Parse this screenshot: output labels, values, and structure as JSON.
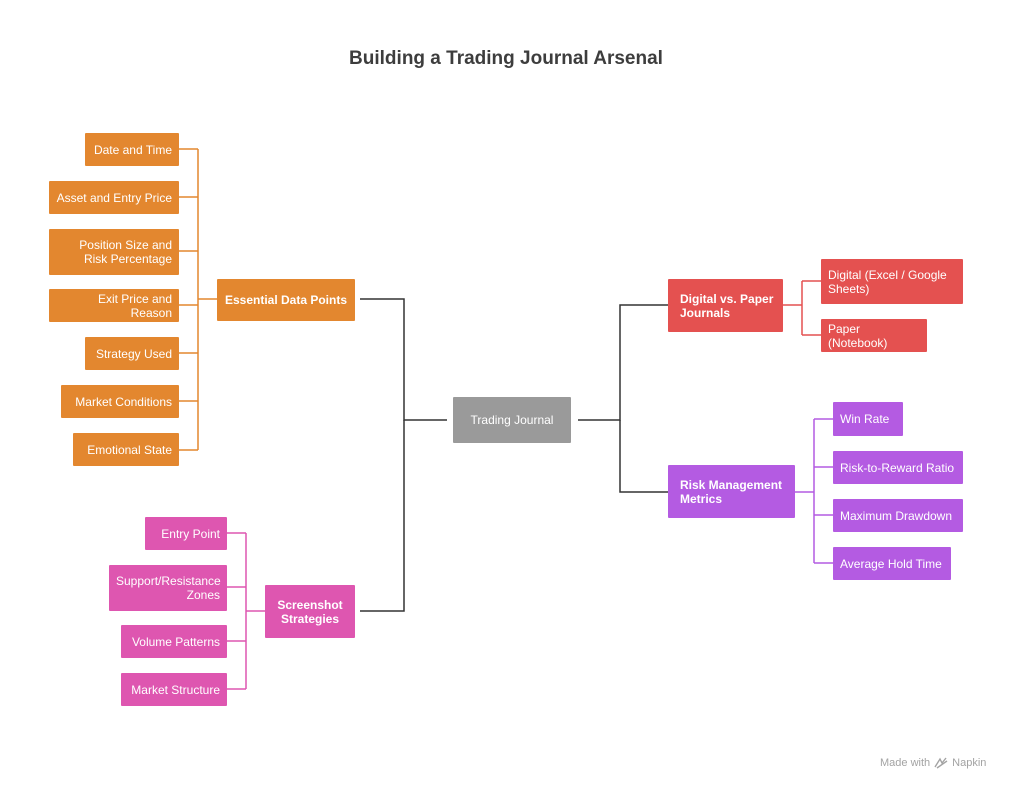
{
  "title": "Building a Trading Journal Arsenal",
  "root": "Trading Journal",
  "branches": {
    "essential": {
      "label": "Essential Data Points",
      "items": [
        "Date and Time",
        "Asset and Entry Price",
        "Position Size and Risk Percentage",
        "Exit Price and Reason",
        "Strategy Used",
        "Market Conditions",
        "Emotional State"
      ]
    },
    "screenshot": {
      "label": "Screenshot Strategies",
      "items": [
        "Entry Point",
        "Support/Resistance Zones",
        "Volume Patterns",
        "Market Structure"
      ]
    },
    "digital": {
      "label": "Digital vs. Paper Journals",
      "items": [
        "Digital (Excel / Google Sheets)",
        "Paper (Notebook)"
      ]
    },
    "risk": {
      "label": "Risk Management Metrics",
      "items": [
        "Win Rate",
        "Risk-to-Reward Ratio",
        "Maximum Drawdown",
        "Average Hold Time"
      ]
    }
  },
  "colors": {
    "essential": "#e3872f",
    "screenshot": "#de56b0",
    "digital": "#e45150",
    "risk": "#b45be2",
    "root": "#9a9a9a",
    "connector": "#333333"
  },
  "footer": {
    "made_with": "Made with",
    "brand": "Napkin",
    "brand_icon": "napkin-logo-icon"
  }
}
